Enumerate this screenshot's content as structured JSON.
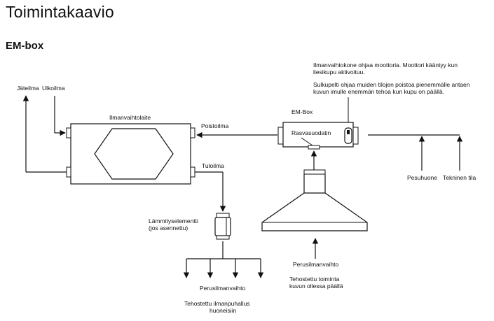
{
  "page": {
    "title": "Toimintakaavio",
    "subtitle": "EM-box"
  },
  "labels": {
    "jateilma": "Jäteilma",
    "ulkoilma": "Ulkoilma",
    "ilmanvaihtolaite": "Ilmanvaihtolaite",
    "poistoilma": "Poistoilma",
    "tuloilma": "Tuloilma",
    "em_box": "EM-Box",
    "rasvasuodatin": "Rasvasuodatin",
    "note_motor_1": "Ilmanvaihtokone ohjaa moottoria. Moottori kääntyy kun",
    "note_motor_2": "liesikupu aktivoituu.",
    "note_damper_1": "Sulkupelti ohjaa muiden tilojen poistoa pienemmälle antaen",
    "note_damper_2": "kuvun imulle enemmän tehoa kun kupu on päällä.",
    "pesuhuone": "Pesuhuone",
    "tekninen_tila": "Tekninen tila",
    "lammityselementti_1": "Lämmityselementti",
    "lammityselementti_2": "(jos asennettu)",
    "perusilmanvaihto_hood": "Perusilmanvaihto",
    "tehostettu_toiminta_1": "Tehostettu toiminta",
    "tehostettu_toiminta_2": "kuvun ollessa päällä",
    "perusilmanvaihto_supply": "Perusilmanvaihto",
    "tehostettu_ilmanpuhallus_1": "Tehostettu ilmanpuhallus",
    "tehostettu_ilmanpuhallus_2": "huoneisiin"
  }
}
